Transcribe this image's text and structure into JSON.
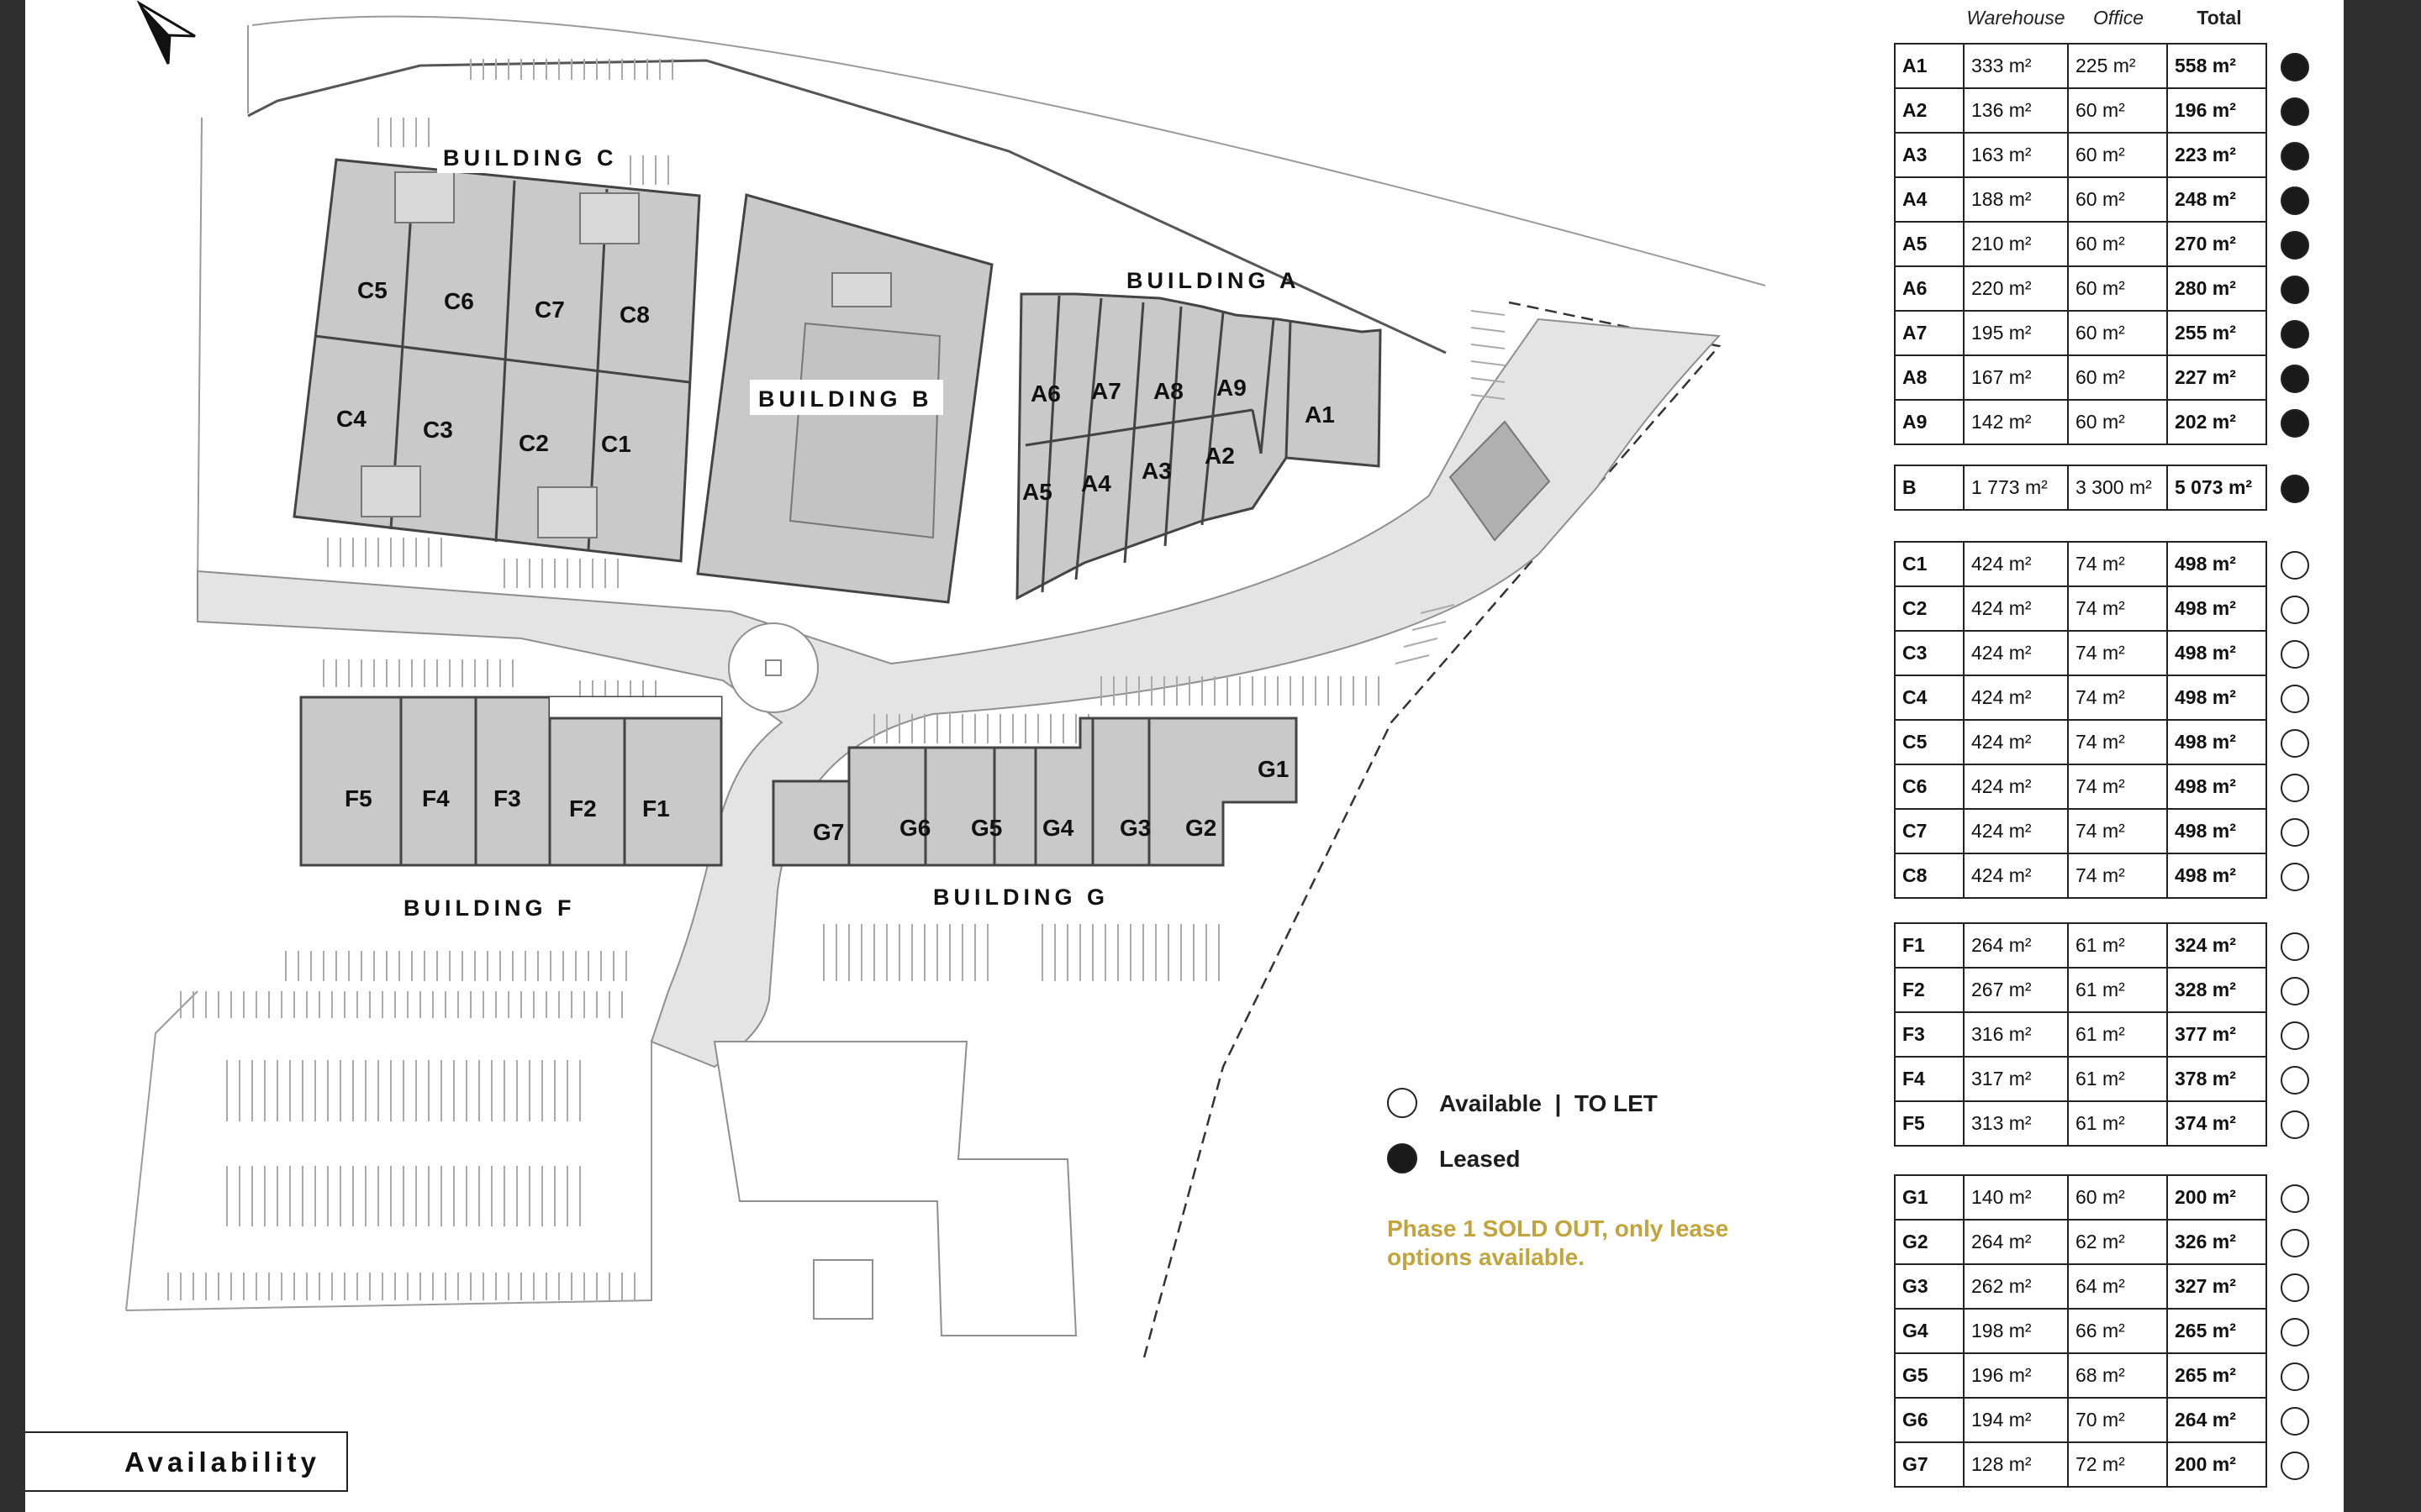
{
  "map": {
    "buildings": {
      "a": "BUILDING A",
      "b": "BUILDING B",
      "c": "BUILDING C",
      "f": "BUILDING F",
      "g": "BUILDING G"
    },
    "units": {
      "c5": "C5",
      "c6": "C6",
      "c7": "C7",
      "c8": "C8",
      "c4": "C4",
      "c3": "C3",
      "c2": "C2",
      "c1": "C1",
      "a6": "A6",
      "a7": "A7",
      "a8": "A8",
      "a9": "A9",
      "a1": "A1",
      "a5": "A5",
      "a4": "A4",
      "a3": "A3",
      "a2": "A2",
      "f5": "F5",
      "f4": "F4",
      "f3": "F3",
      "f2": "F2",
      "f1": "F1",
      "g7": "G7",
      "g6": "G6",
      "g5": "G5",
      "g4": "G4",
      "g3": "G3",
      "g2": "G2",
      "g1": "G1"
    },
    "north_icon": "north-arrow-icon"
  },
  "table": {
    "headers": {
      "warehouse": "Warehouse",
      "office": "Office",
      "total": "Total"
    },
    "groups": [
      {
        "rows": [
          {
            "id": "A1",
            "warehouse": "333 m²",
            "office": "225 m²",
            "total": "558 m²",
            "status": "leased"
          },
          {
            "id": "A2",
            "warehouse": "136 m²",
            "office": "60 m²",
            "total": "196 m²",
            "status": "leased"
          },
          {
            "id": "A3",
            "warehouse": "163 m²",
            "office": "60 m²",
            "total": "223 m²",
            "status": "leased"
          },
          {
            "id": "A4",
            "warehouse": "188 m²",
            "office": "60 m²",
            "total": "248 m²",
            "status": "leased"
          },
          {
            "id": "A5",
            "warehouse": "210 m²",
            "office": "60 m²",
            "total": "270 m²",
            "status": "leased"
          },
          {
            "id": "A6",
            "warehouse": "220 m²",
            "office": "60 m²",
            "total": "280 m²",
            "status": "leased"
          },
          {
            "id": "A7",
            "warehouse": "195 m²",
            "office": "60 m²",
            "total": "255 m²",
            "status": "leased"
          },
          {
            "id": "A8",
            "warehouse": "167 m²",
            "office": "60 m²",
            "total": "227 m²",
            "status": "leased"
          },
          {
            "id": "A9",
            "warehouse": "142 m²",
            "office": "60 m²",
            "total": "202 m²",
            "status": "leased"
          }
        ]
      },
      {
        "rows": [
          {
            "id": "B",
            "warehouse": "1 773 m²",
            "office": "3 300 m²",
            "total": "5 073 m²",
            "status": "leased"
          }
        ]
      },
      {
        "rows": [
          {
            "id": "C1",
            "warehouse": "424 m²",
            "office": "74 m²",
            "total": "498 m²",
            "status": "available"
          },
          {
            "id": "C2",
            "warehouse": "424 m²",
            "office": "74 m²",
            "total": "498 m²",
            "status": "available"
          },
          {
            "id": "C3",
            "warehouse": "424 m²",
            "office": "74 m²",
            "total": "498 m²",
            "status": "available"
          },
          {
            "id": "C4",
            "warehouse": "424 m²",
            "office": "74 m²",
            "total": "498 m²",
            "status": "available"
          },
          {
            "id": "C5",
            "warehouse": "424 m²",
            "office": "74 m²",
            "total": "498 m²",
            "status": "available"
          },
          {
            "id": "C6",
            "warehouse": "424 m²",
            "office": "74 m²",
            "total": "498 m²",
            "status": "available"
          },
          {
            "id": "C7",
            "warehouse": "424 m²",
            "office": "74 m²",
            "total": "498 m²",
            "status": "available"
          },
          {
            "id": "C8",
            "warehouse": "424 m²",
            "office": "74 m²",
            "total": "498 m²",
            "status": "available"
          }
        ]
      },
      {
        "rows": [
          {
            "id": "F1",
            "warehouse": "264 m²",
            "office": "61 m²",
            "total": "324 m²",
            "status": "available"
          },
          {
            "id": "F2",
            "warehouse": "267 m²",
            "office": "61 m²",
            "total": "328 m²",
            "status": "available"
          },
          {
            "id": "F3",
            "warehouse": "316 m²",
            "office": "61 m²",
            "total": "377 m²",
            "status": "available"
          },
          {
            "id": "F4",
            "warehouse": "317 m²",
            "office": "61 m²",
            "total": "378 m²",
            "status": "available"
          },
          {
            "id": "F5",
            "warehouse": "313 m²",
            "office": "61 m²",
            "total": "374 m²",
            "status": "available"
          }
        ]
      },
      {
        "rows": [
          {
            "id": "G1",
            "warehouse": "140 m²",
            "office": "60 m²",
            "total": "200 m²",
            "status": "available"
          },
          {
            "id": "G2",
            "warehouse": "264 m²",
            "office": "62 m²",
            "total": "326 m²",
            "status": "available"
          },
          {
            "id": "G3",
            "warehouse": "262 m²",
            "office": "64 m²",
            "total": "327 m²",
            "status": "available"
          },
          {
            "id": "G4",
            "warehouse": "198 m²",
            "office": "66 m²",
            "total": "265 m²",
            "status": "available"
          },
          {
            "id": "G5",
            "warehouse": "196 m²",
            "office": "68 m²",
            "total": "265 m²",
            "status": "available"
          },
          {
            "id": "G6",
            "warehouse": "194 m²",
            "office": "70 m²",
            "total": "264 m²",
            "status": "available"
          },
          {
            "id": "G7",
            "warehouse": "128 m²",
            "office": "72 m²",
            "total": "200 m²",
            "status": "available"
          }
        ]
      }
    ]
  },
  "legend": {
    "available_label": "Available  |  TO LET",
    "leased_label": "Leased"
  },
  "note": "Phase 1 SOLD OUT, only lease options available.",
  "tab_label": "Availability",
  "colors": {
    "leased": "#1a1a1a",
    "available": "#ffffff",
    "building_fill": "#c9c9c9",
    "road_fill": "#e4e4e4",
    "accent_note": "#c2a43c",
    "frame": "#2f2f2f"
  }
}
